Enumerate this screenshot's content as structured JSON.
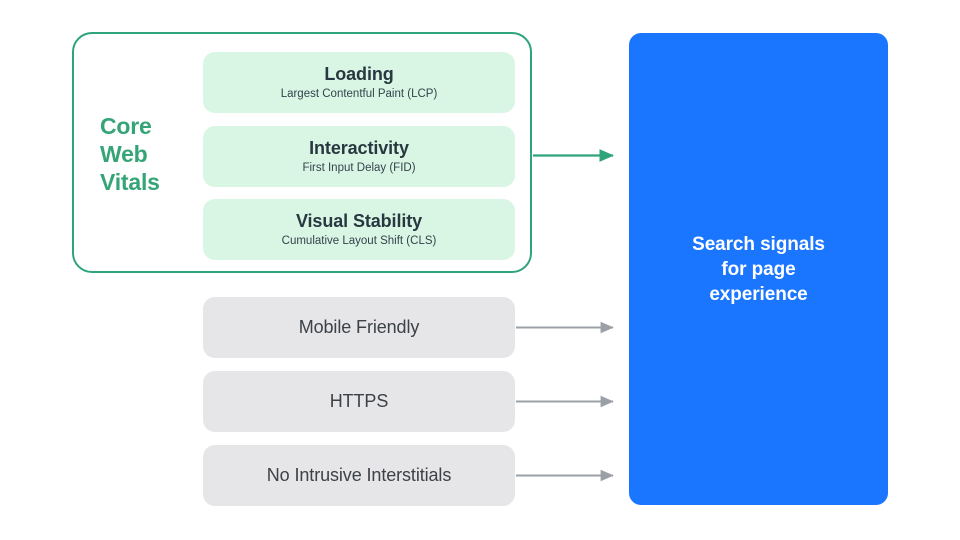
{
  "diagram": {
    "title_group": {
      "label": "Core\nWeb\nVitals",
      "accent_color": "#35A578"
    },
    "core_web_vitals": [
      {
        "name": "Loading",
        "metric": "Largest Contentful Paint (LCP)",
        "bg_color": "#D9F6E5"
      },
      {
        "name": "Interactivity",
        "metric": "First Input Delay (FID)",
        "bg_color": "#D9F6E5"
      },
      {
        "name": "Visual Stability",
        "metric": "Cumulative Layout Shift (CLS)",
        "bg_color": "#D9F6E5"
      }
    ],
    "other_signals": [
      {
        "label": "Mobile Friendly",
        "bg_color": "#E6E5E7"
      },
      {
        "label": "HTTPS",
        "bg_color": "#E6E5E7"
      },
      {
        "label": "No Intrusive Interstitials",
        "bg_color": "#E6E5E7"
      }
    ],
    "result": {
      "label": "Search signals\nfor page\nexperience",
      "bg_color": "#1B76FF",
      "text_color": "#FFFFFF"
    },
    "connectors": {
      "core_arrow_color": "#2FA37A",
      "signal_arrow_color": "#9AA0A6",
      "core_arrow_name": "core-web-vitals-to-result-arrow",
      "signal_arrow_names": [
        "mobile-friendly-to-result-arrow",
        "https-to-result-arrow",
        "no-intrusive-interstitials-to-result-arrow"
      ]
    }
  }
}
